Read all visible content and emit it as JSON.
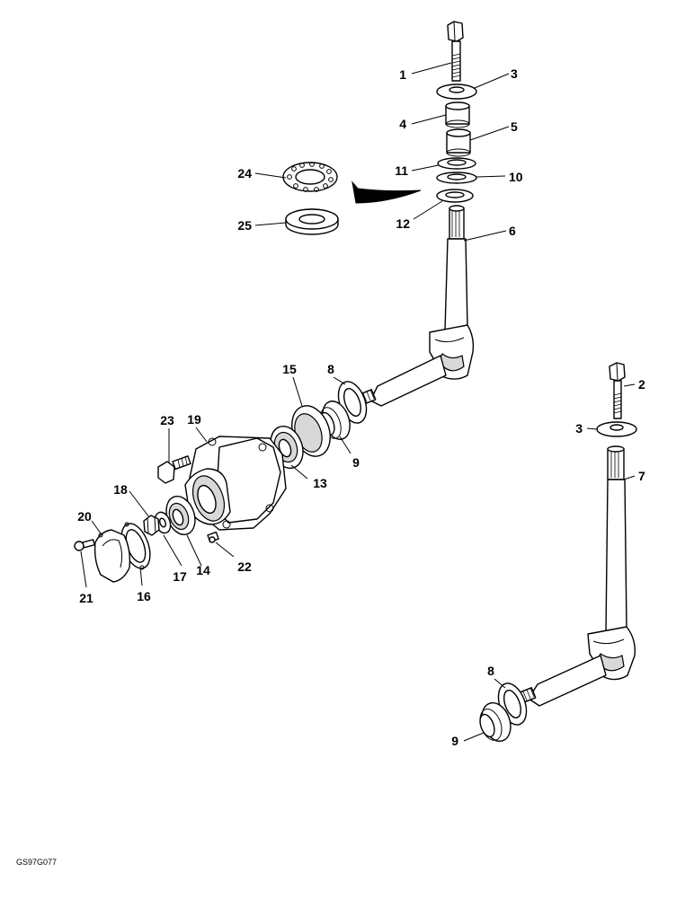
{
  "callouts": [
    {
      "id": "c1",
      "text": "1"
    },
    {
      "id": "c2",
      "text": "3"
    },
    {
      "id": "c3",
      "text": "4"
    },
    {
      "id": "c4",
      "text": "5"
    },
    {
      "id": "c5",
      "text": "24"
    },
    {
      "id": "c6",
      "text": "11"
    },
    {
      "id": "c7",
      "text": "10"
    },
    {
      "id": "c8",
      "text": "12"
    },
    {
      "id": "c9",
      "text": "25"
    },
    {
      "id": "c10",
      "text": "6"
    },
    {
      "id": "c11",
      "text": "15"
    },
    {
      "id": "c12",
      "text": "8"
    },
    {
      "id": "c13",
      "text": "2"
    },
    {
      "id": "c14",
      "text": "23"
    },
    {
      "id": "c15",
      "text": "19"
    },
    {
      "id": "c16",
      "text": "3"
    },
    {
      "id": "c17",
      "text": "9"
    },
    {
      "id": "c18",
      "text": "13"
    },
    {
      "id": "c19",
      "text": "7"
    },
    {
      "id": "c20",
      "text": "18"
    },
    {
      "id": "c21",
      "text": "20"
    },
    {
      "id": "c22",
      "text": "22"
    },
    {
      "id": "c23",
      "text": "17"
    },
    {
      "id": "c24",
      "text": "14"
    },
    {
      "id": "c25",
      "text": "16"
    },
    {
      "id": "c26",
      "text": "21"
    },
    {
      "id": "c27",
      "text": "8"
    },
    {
      "id": "c28",
      "text": "9"
    }
  ],
  "figure_ref": "GS97G077"
}
